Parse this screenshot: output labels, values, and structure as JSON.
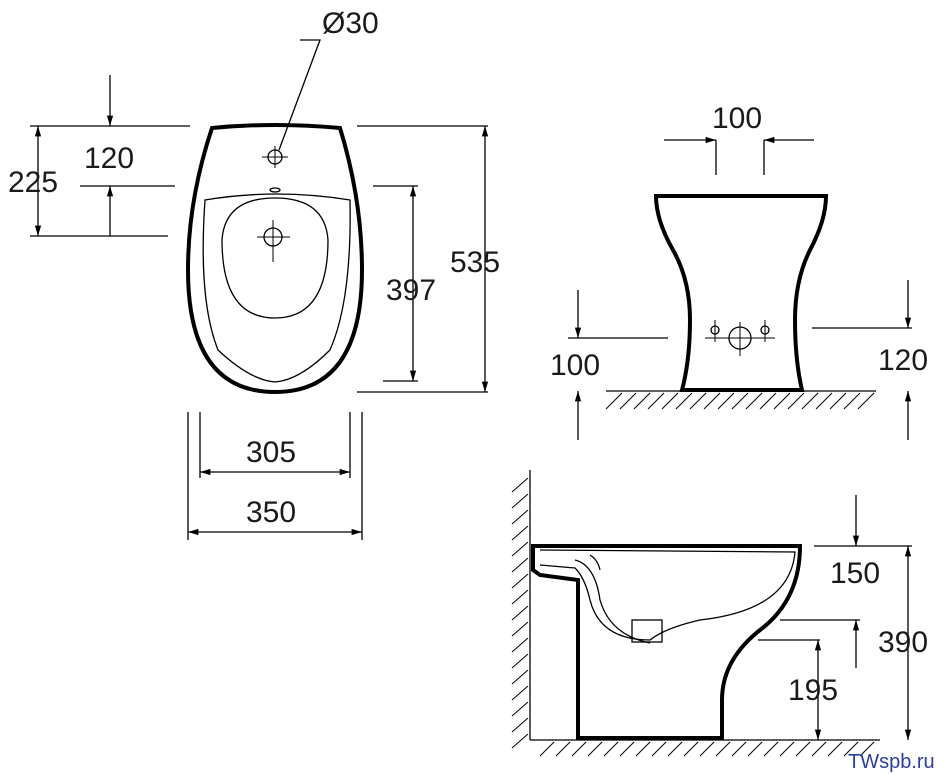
{
  "dimensions": {
    "diameter_hole": "Ø30",
    "top_120": "120",
    "top_225": "225",
    "top_397": "397",
    "top_535": "535",
    "width_305": "305",
    "width_350": "350",
    "front_100_top": "100",
    "front_100_left": "100",
    "front_120_right": "120",
    "side_150": "150",
    "side_390": "390",
    "side_195": "195"
  },
  "watermark": "TWspb.ru"
}
